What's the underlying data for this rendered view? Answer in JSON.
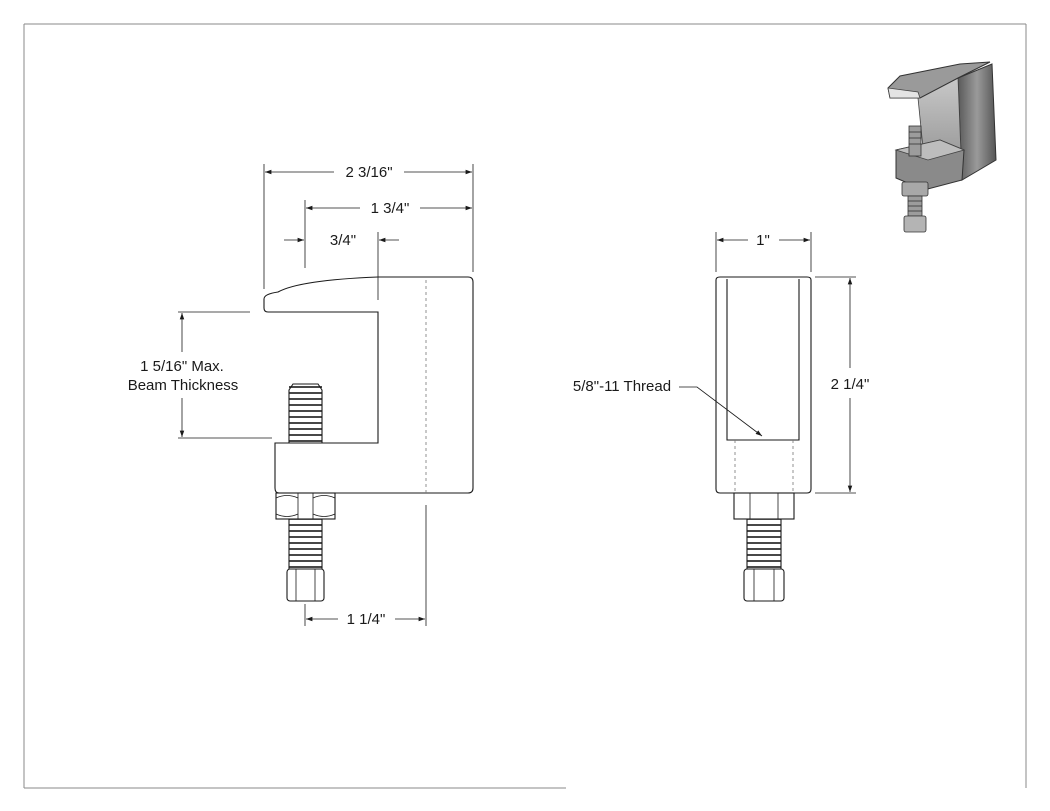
{
  "dimensions": {
    "overall_width": "2 3/16\"",
    "jaw_width": "1 3/4\"",
    "lip_width": "3/4\"",
    "beam_thickness_line1": "1 5/16\" Max.",
    "beam_thickness_line2": "Beam Thickness",
    "bolt_offset": "1 1/4\"",
    "side_width": "1\"",
    "height": "2 1/4\"",
    "thread_spec": "5/8\"-11 Thread"
  },
  "colors": {
    "line": "#1a1a1a",
    "frame": "#8a8a8a",
    "render_body": "#7d7d7d"
  },
  "icons": {
    "thumbnail": "beam-clamp-3d-render"
  }
}
